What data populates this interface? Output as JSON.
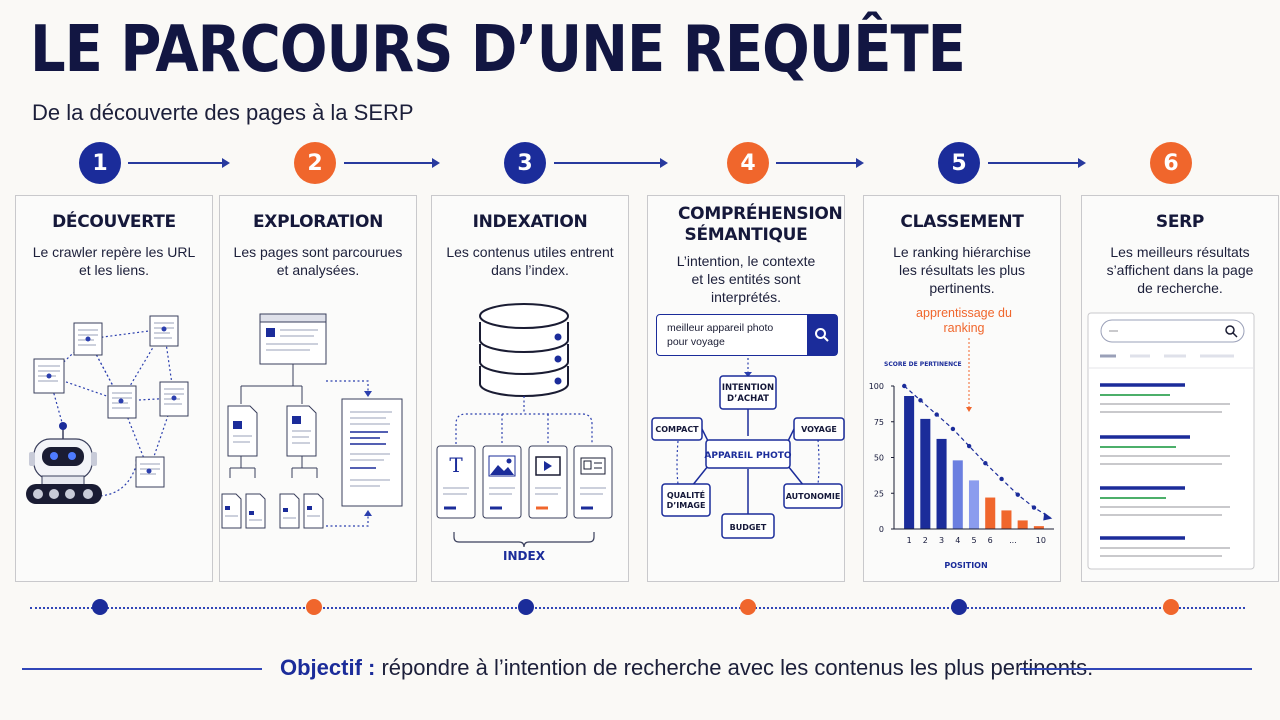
{
  "title": "LE PARCOURS D’UNE REQUÊTE",
  "subtitle": "De la découverte des pages à la SERP",
  "colors": {
    "navy": "#1b2c9a",
    "orange": "#f0662c",
    "text": "#15183a"
  },
  "steps": [
    {
      "num": "1",
      "color": "navy",
      "title": "DÉCOUVERTE",
      "desc": "Le crawler repère les URL et les liens."
    },
    {
      "num": "2",
      "color": "orange",
      "title": "EXPLORATION",
      "desc": "Les pages sont parcourues et analysées."
    },
    {
      "num": "3",
      "color": "navy",
      "title": "INDEXATION",
      "desc": "Les contenus utiles entrent dans l’index."
    },
    {
      "num": "4",
      "color": "orange",
      "title": "COMPRÉHENSION SÉMANTIQUE",
      "desc": "L’intention, le contexte et les entités sont interprétés."
    },
    {
      "num": "5",
      "color": "navy",
      "title": "CLASSEMENT",
      "desc": "Le ranking hiérarchise les résultats les plus pertinents."
    },
    {
      "num": "6",
      "color": "orange",
      "title": "SERP",
      "desc": "Les meilleurs résultats s’affichent dans la page de recherche."
    }
  ],
  "indexation": {
    "label": "INDEX",
    "text_icon": "T"
  },
  "semantic": {
    "query": "meilleur appareil photo pour voyage",
    "center": "APPAREIL PHOTO",
    "intent": "INTENTION D’ACHAT",
    "compact": "COMPACT",
    "voyage": "VOYAGE",
    "qualite": "QUALITÉ D’IMAGE",
    "autonomie": "AUTONOMIE",
    "budget": "BUDGET"
  },
  "ranking": {
    "annotation": "apprentissage du ranking",
    "ylabel": "SCORE DE PERTINENCE",
    "xlabel": "POSITION",
    "y_ticks": [
      "100",
      "75",
      "50",
      "25",
      "0"
    ],
    "x_ticks": [
      "1",
      "2",
      "3",
      "4",
      "5",
      "6",
      "...",
      "10"
    ]
  },
  "chart_data": {
    "type": "bar",
    "categories": [
      "1",
      "2",
      "3",
      "4",
      "5",
      "6",
      "...",
      "10"
    ],
    "values": [
      93,
      77,
      63,
      48,
      34,
      22,
      13,
      6,
      2
    ],
    "trend_line": [
      100,
      90,
      80,
      70,
      58,
      46,
      35,
      24,
      15,
      8
    ],
    "ylabel": "SCORE DE PERTINENCE",
    "xlabel": "POSITION",
    "ylim": [
      0,
      100
    ],
    "grid": false
  },
  "objective": {
    "label": "Objectif :",
    "text": "répondre à l’intention de recherche avec les contenus les plus pertinents."
  }
}
